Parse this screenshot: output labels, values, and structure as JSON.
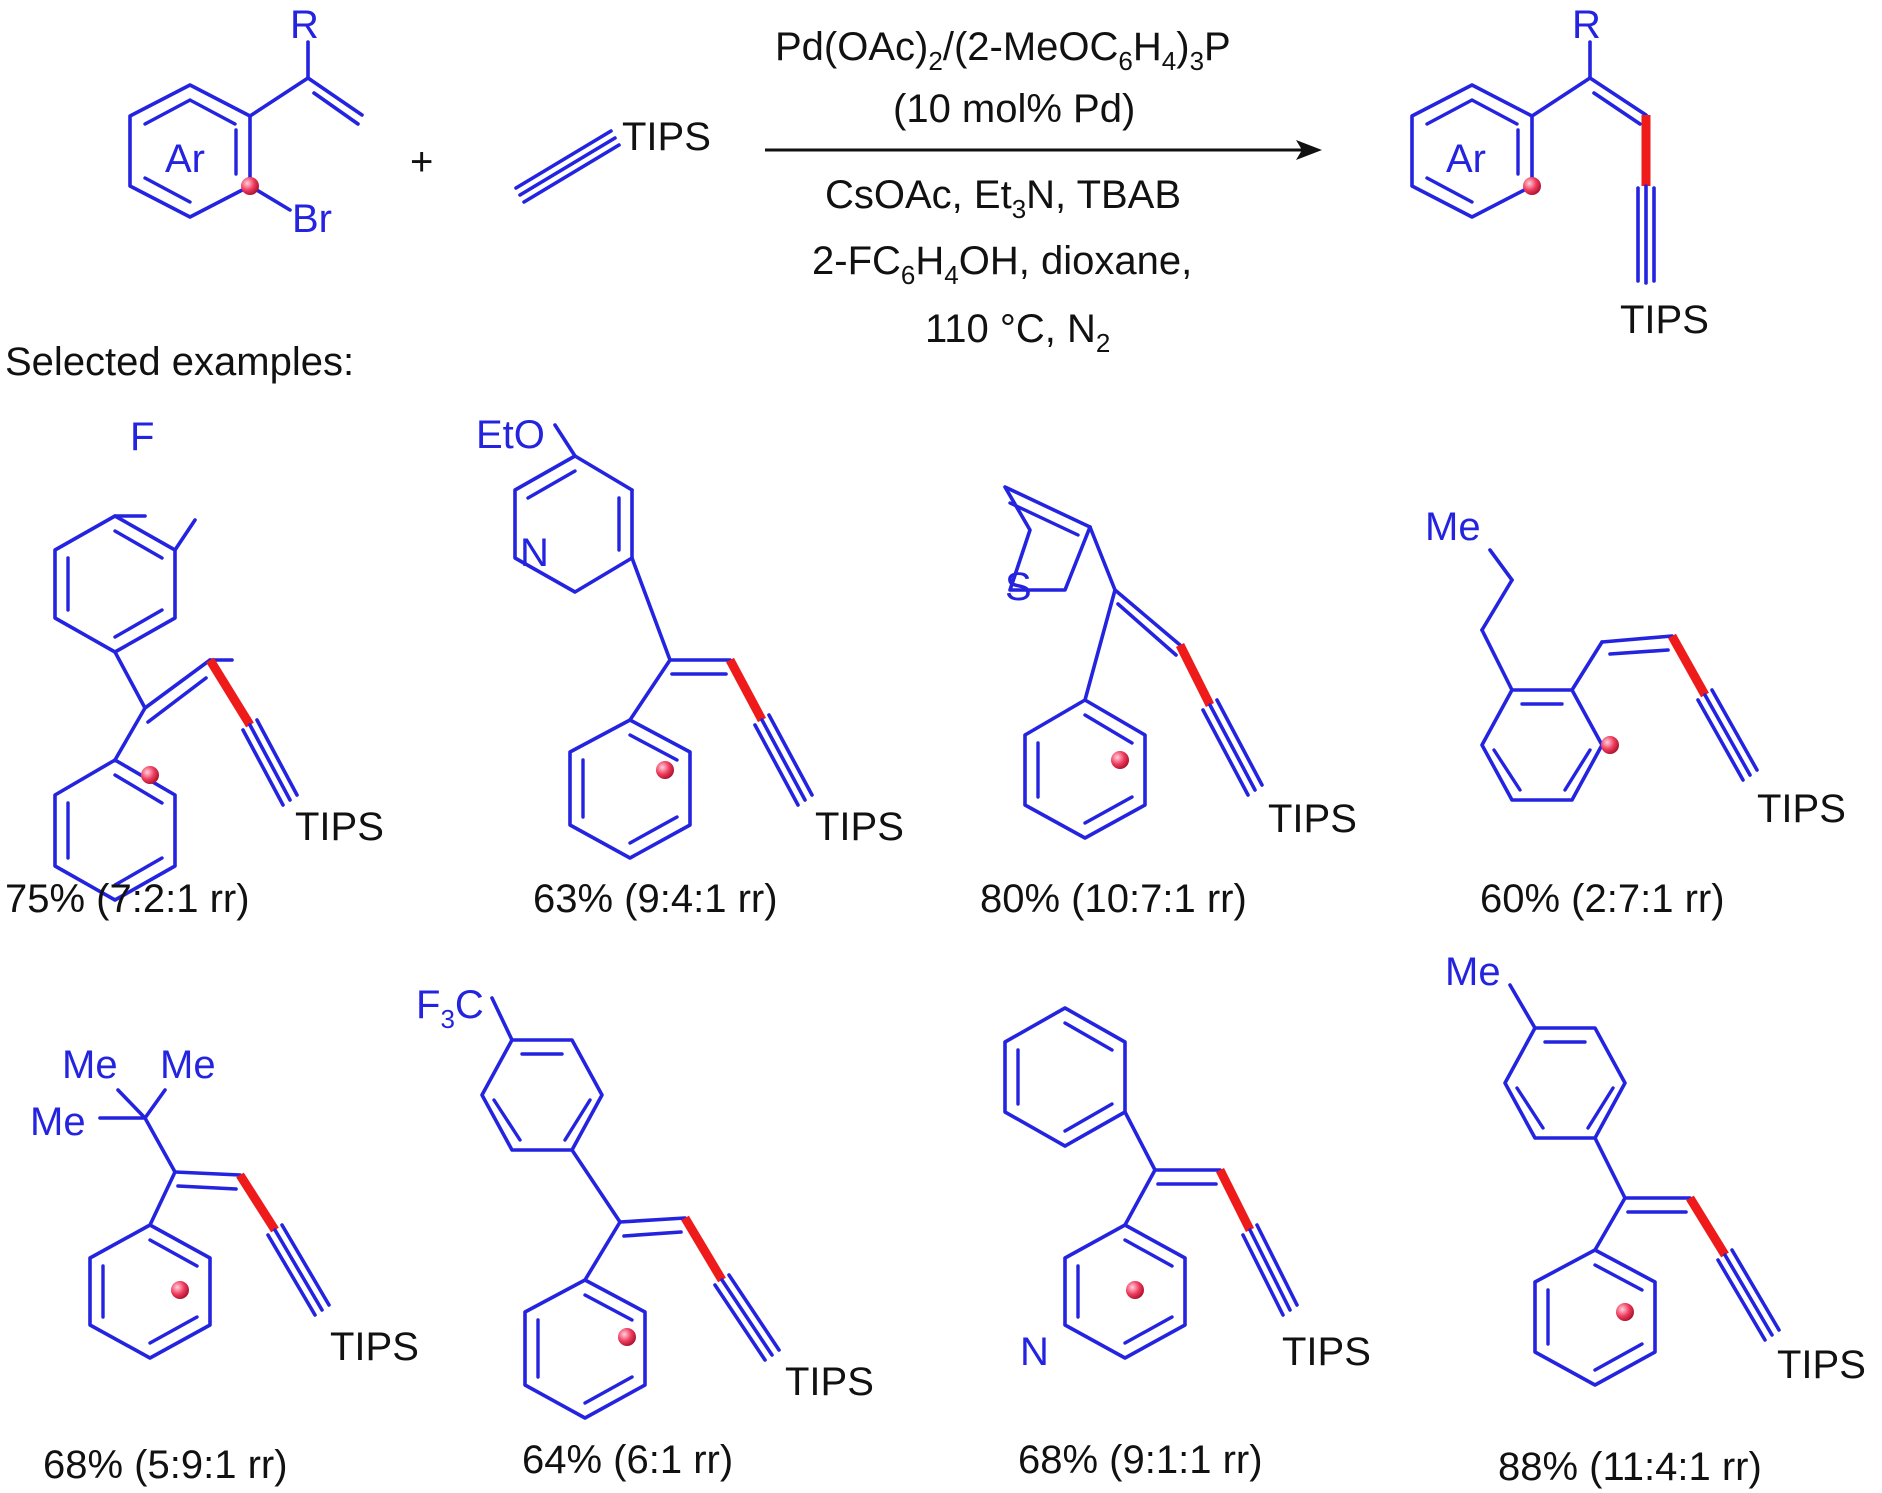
{
  "colors": {
    "bond": "#2424e0",
    "highlight_bond": "#ef1a1a",
    "marker": "#ef3d5f",
    "text": "#111111"
  },
  "scheme": {
    "reactant1": {
      "ring_label": "Ar",
      "substituent": "R",
      "leaving_group": "Br"
    },
    "plus": "+",
    "reactant2": {
      "label": "TIPS"
    },
    "conditions": {
      "catalyst_a": "Pd(OAc)",
      "catalyst_a_sub": "2",
      "catalyst_b": "/(2-MeOC",
      "catalyst_b_sub": "6",
      "catalyst_c": "H",
      "catalyst_c_sub1": "4",
      "catalyst_c_close": ")",
      "catalyst_c_sub2": "3",
      "catalyst_d": "P",
      "loading": "(10 mol% Pd)",
      "line3_a": "CsOAc, Et",
      "line3_sub": "3",
      "line3_b": "N, TBAB",
      "line4_a": "2-FC",
      "line4_sub1": "6",
      "line4_b": "H",
      "line4_sub2": "4",
      "line4_c": "OH, dioxane,",
      "line5_a": "110 °C, N",
      "line5_sub": "2"
    },
    "product": {
      "ring_label": "Ar",
      "substituent": "R",
      "silyl": "TIPS"
    }
  },
  "examples_heading": "Selected examples:",
  "examples": [
    {
      "yield": "75% (7:2:1 rr)",
      "substituent": "F",
      "silyl": "TIPS"
    },
    {
      "yield": "63% (9:4:1 rr)",
      "substituent": "EtO",
      "heteroatom": "N",
      "silyl": "TIPS"
    },
    {
      "yield": "80% (10:7:1 rr)",
      "heteroatom": "S",
      "silyl": "TIPS"
    },
    {
      "yield": "60% (2:7:1 rr)",
      "substituent": "Me",
      "silyl": "TIPS"
    },
    {
      "yield": "68% (5:9:1 rr)",
      "me1": "Me",
      "me2": "Me",
      "me3": "Me",
      "silyl": "TIPS"
    },
    {
      "yield": "64% (6:1 rr)",
      "cf3_a": "F",
      "cf3_sub": "3",
      "cf3_b": "C",
      "silyl": "TIPS"
    },
    {
      "yield": "68% (9:1:1 rr)",
      "heteroatom": "N",
      "silyl": "TIPS"
    },
    {
      "yield": "88% (11:4:1 rr)",
      "substituent": "Me",
      "silyl": "TIPS"
    }
  ]
}
